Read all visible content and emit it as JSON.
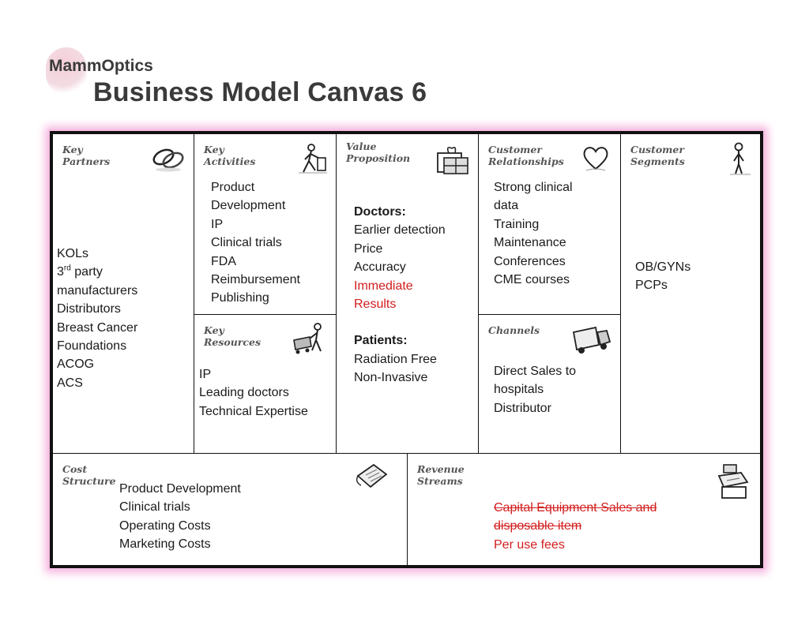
{
  "header": {
    "brand": "MammOptics",
    "title": "Business Model Canvas 6"
  },
  "sections": {
    "key_partners": {
      "label": "Key\nPartners",
      "items": [
        "KOLs",
        "party",
        "manufacturers",
        "Distributors",
        "Breast Cancer",
        "Foundations",
        "ACOG",
        "ACS"
      ],
      "party_prefix": "3",
      "party_sup": "rd"
    },
    "key_activities": {
      "label": "Key\nActivities",
      "items": [
        "Product",
        "Development",
        "IP",
        "Clinical trials",
        "FDA",
        "Reimbursement",
        "Publishing"
      ]
    },
    "key_resources": {
      "label": "Key\nResources",
      "items": [
        "IP",
        "Leading doctors",
        "Technical Expertise"
      ]
    },
    "value_proposition": {
      "label": "Value\nProposition",
      "doctors_heading": "Doctors:",
      "doctors_items": [
        "Earlier detection",
        "Price",
        "Accuracy"
      ],
      "doctors_highlight": [
        "Immediate",
        "Results"
      ],
      "patients_heading": "Patients:",
      "patients_items": [
        "Radiation Free",
        "Non-Invasive"
      ]
    },
    "customer_relationships": {
      "label": "Customer\nRelationships",
      "items": [
        "Strong clinical",
        "data",
        "Training",
        "Maintenance",
        "Conferences",
        "CME courses"
      ]
    },
    "channels": {
      "label": "Channels",
      "items": [
        "Direct Sales to",
        "hospitals",
        "Distributor"
      ]
    },
    "customer_segments": {
      "label": "Customer\nSegments",
      "items": [
        "OB/GYNs",
        "PCPs"
      ]
    },
    "cost_structure": {
      "label": "Cost\nStructure",
      "items": [
        "Product Development",
        "Clinical trials",
        "Operating Costs",
        "Marketing Costs"
      ]
    },
    "revenue_streams": {
      "label": "Revenue\nStreams",
      "struck_items": [
        "Capital Equipment Sales and",
        "disposable item"
      ],
      "items": [
        "Per use fees"
      ]
    }
  },
  "colors": {
    "highlight": "#d21d1d",
    "frame_glow": "#f5b6df",
    "brand_text": "#3a3a3a"
  },
  "icons": {
    "key_partners": "chain-links-icon",
    "key_activities": "worker-icon",
    "key_resources": "worker-with-cart-icon",
    "value_proposition": "gift-box-icon",
    "customer_relationships": "heart-icon",
    "channels": "delivery-truck-icon",
    "customer_segments": "person-icon",
    "cost_structure": "price-tag-icon",
    "revenue_streams": "cash-register-icon"
  }
}
